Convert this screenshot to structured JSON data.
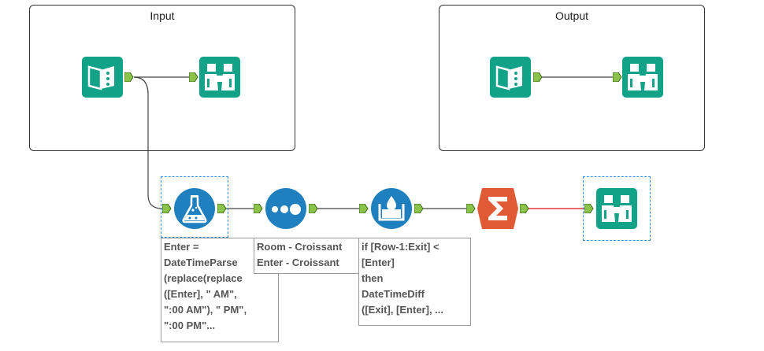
{
  "containers": {
    "input_title": "Input",
    "output_title": "Output"
  },
  "tools": {
    "input_data": "book-data-icon",
    "browse": "binoculars-icon",
    "formula": "flask-icon",
    "sample": "dots-icon",
    "multi_row": "water-drop-icon",
    "summarize": "sigma-icon"
  },
  "annotations": {
    "formula": "Enter =\nDateTimeParse\n(replace(replace\n([Enter], \" AM\",\n\":00 AM\"), \" PM\",\n\":00 PM\"...",
    "sample_line1": "Room - Croissant",
    "sample_line2": "Enter - Croissant",
    "multi_row": "if [Row-1:Exit] <\n[Enter]\nthen\nDateTimeDiff\n([Exit], [Enter], ..."
  },
  "colors": {
    "teal": "#12a287",
    "blue": "#1f7fbf",
    "summarize": "#e05a35",
    "anchor": "#8bc34a",
    "wire": "#444444",
    "selected_wire": "#e0393c"
  }
}
